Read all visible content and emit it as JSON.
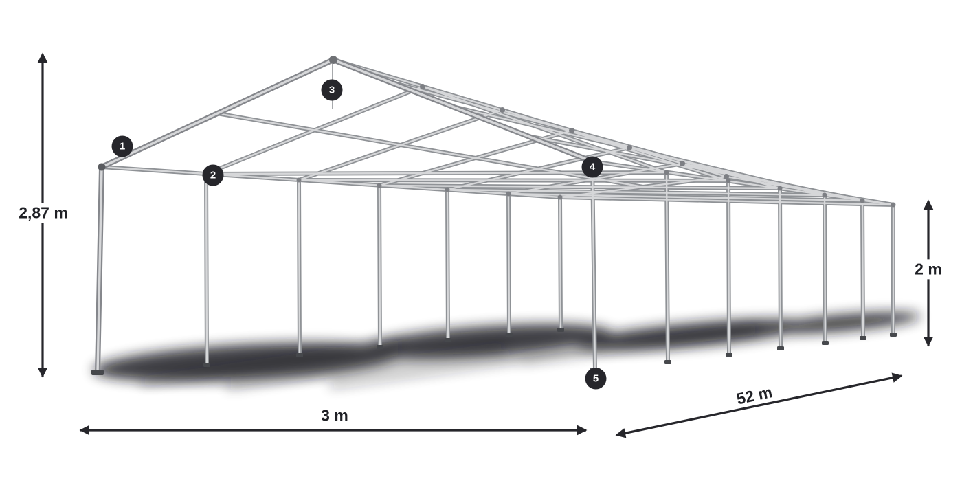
{
  "dimensions": {
    "total_height": {
      "label": "2,87 m"
    },
    "width": {
      "label": "3 m"
    },
    "length": {
      "label": "52 m"
    },
    "side_height": {
      "label": "2 m"
    }
  },
  "markers": [
    {
      "label": "1"
    },
    {
      "label": "2"
    },
    {
      "label": "3"
    },
    {
      "label": "4"
    },
    {
      "label": "5"
    }
  ],
  "colors": {
    "background": "#ffffff",
    "dimension_arrow": "#26262b",
    "label_text": "#1f2025",
    "marker_background": "#26262b",
    "marker_text": "#ffffff",
    "tube_outline": "#8f9296",
    "tube_core": "#d6d7d9",
    "shadow": "#17171a"
  }
}
